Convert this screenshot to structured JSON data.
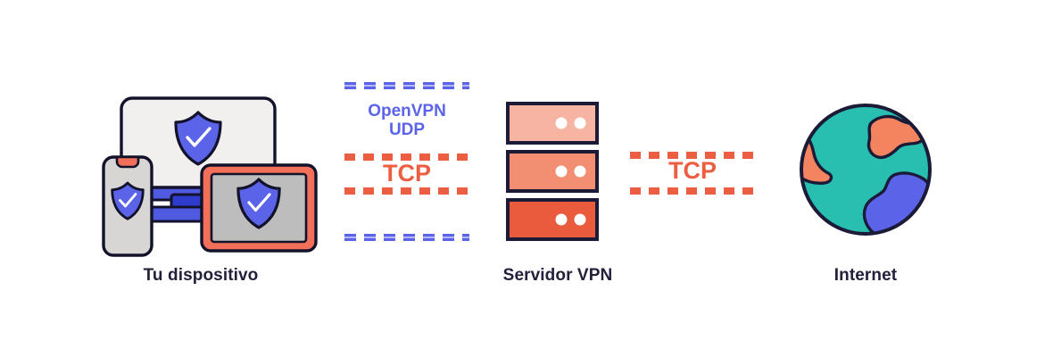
{
  "diagram": {
    "title": "VPN tunnel protocol diagram",
    "background": "#ffffff",
    "columns": [
      {
        "id": "device",
        "label": "Tu dispositivo"
      },
      {
        "id": "server",
        "label": "Servidor VPN"
      },
      {
        "id": "internet",
        "label": "Internet"
      }
    ],
    "tunnels": [
      {
        "id": "left",
        "outer_protocol": "OpenVPN\nUDP",
        "outer_protocol_line1": "OpenVPN",
        "outer_protocol_line2": "UDP",
        "inner_protocol": "TCP",
        "outer_color": "#5b63e8",
        "inner_color": "#ec5e42",
        "dash_rows": [
          "blue",
          "red",
          "red",
          "blue"
        ]
      },
      {
        "id": "right",
        "inner_protocol": "TCP",
        "inner_color": "#ec5e42",
        "dash_rows": [
          "red",
          "red"
        ]
      }
    ],
    "server": {
      "units": [
        {
          "index": 1,
          "fill": "#f7b4a3",
          "led_count": 2
        },
        {
          "index": 2,
          "fill": "#f28e72",
          "led_count": 2
        },
        {
          "index": 3,
          "fill": "#ea5a3c",
          "led_count": 2
        }
      ],
      "led_color": "#ffffff",
      "stroke": "#1b1b38"
    },
    "devices": {
      "monitor": {
        "screen_fill": "#f2f0ee",
        "stand_fill": "#4f5ae0",
        "shield": true
      },
      "phone": {
        "body_fill": "#d8d6d4",
        "notch_fill": "#f2705a",
        "shield": true
      },
      "tablet": {
        "frame_fill": "#f2705a",
        "screen_fill": "#bdbdbd",
        "shield": true
      },
      "shield_fill": "#5b63e8",
      "check_color": "#ffffff",
      "stroke": "#12122b"
    },
    "globe": {
      "ocean_fill": "#28bfb0",
      "land_orange": "#f4845f",
      "land_blue": "#5b63e8",
      "stroke": "#1b1b38"
    },
    "palette": {
      "blue": "#5b63e8",
      "orange_red": "#ec5e42",
      "teal": "#28bfb0",
      "dark": "#22203a",
      "light_gray": "#f2f0ee"
    }
  }
}
